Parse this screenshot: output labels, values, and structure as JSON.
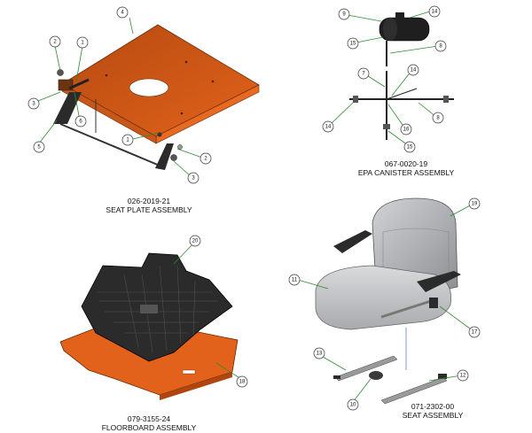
{
  "assemblies": [
    {
      "part_number": "026-2019-21",
      "name": "SEAT PLATE ASSEMBLY"
    },
    {
      "part_number": "067-0020-19",
      "name": "EPA CANISTER ASSEMBLY"
    },
    {
      "part_number": "079-3155-24",
      "name": "FLOORBOARD ASSEMBLY"
    },
    {
      "part_number": "071-2302-00",
      "name": "SEAT ASSEMBLY"
    }
  ],
  "colors": {
    "plate_orange": "#E2621B",
    "plate_dark": "#B0460F",
    "black_part": "#2B2B2B",
    "seat_gray": "#C8C9CB",
    "leader_green": "#2E8B2E"
  },
  "callouts": {
    "seat_plate": [
      "1",
      "2",
      "3",
      "4",
      "5",
      "6",
      "1",
      "2",
      "3"
    ],
    "canister": [
      "9",
      "14",
      "15",
      "8",
      "7",
      "14",
      "14",
      "16",
      "8",
      "15"
    ],
    "floorboard": [
      "20",
      "18"
    ],
    "seat": [
      "19",
      "11",
      "17",
      "13",
      "12",
      "10"
    ]
  }
}
